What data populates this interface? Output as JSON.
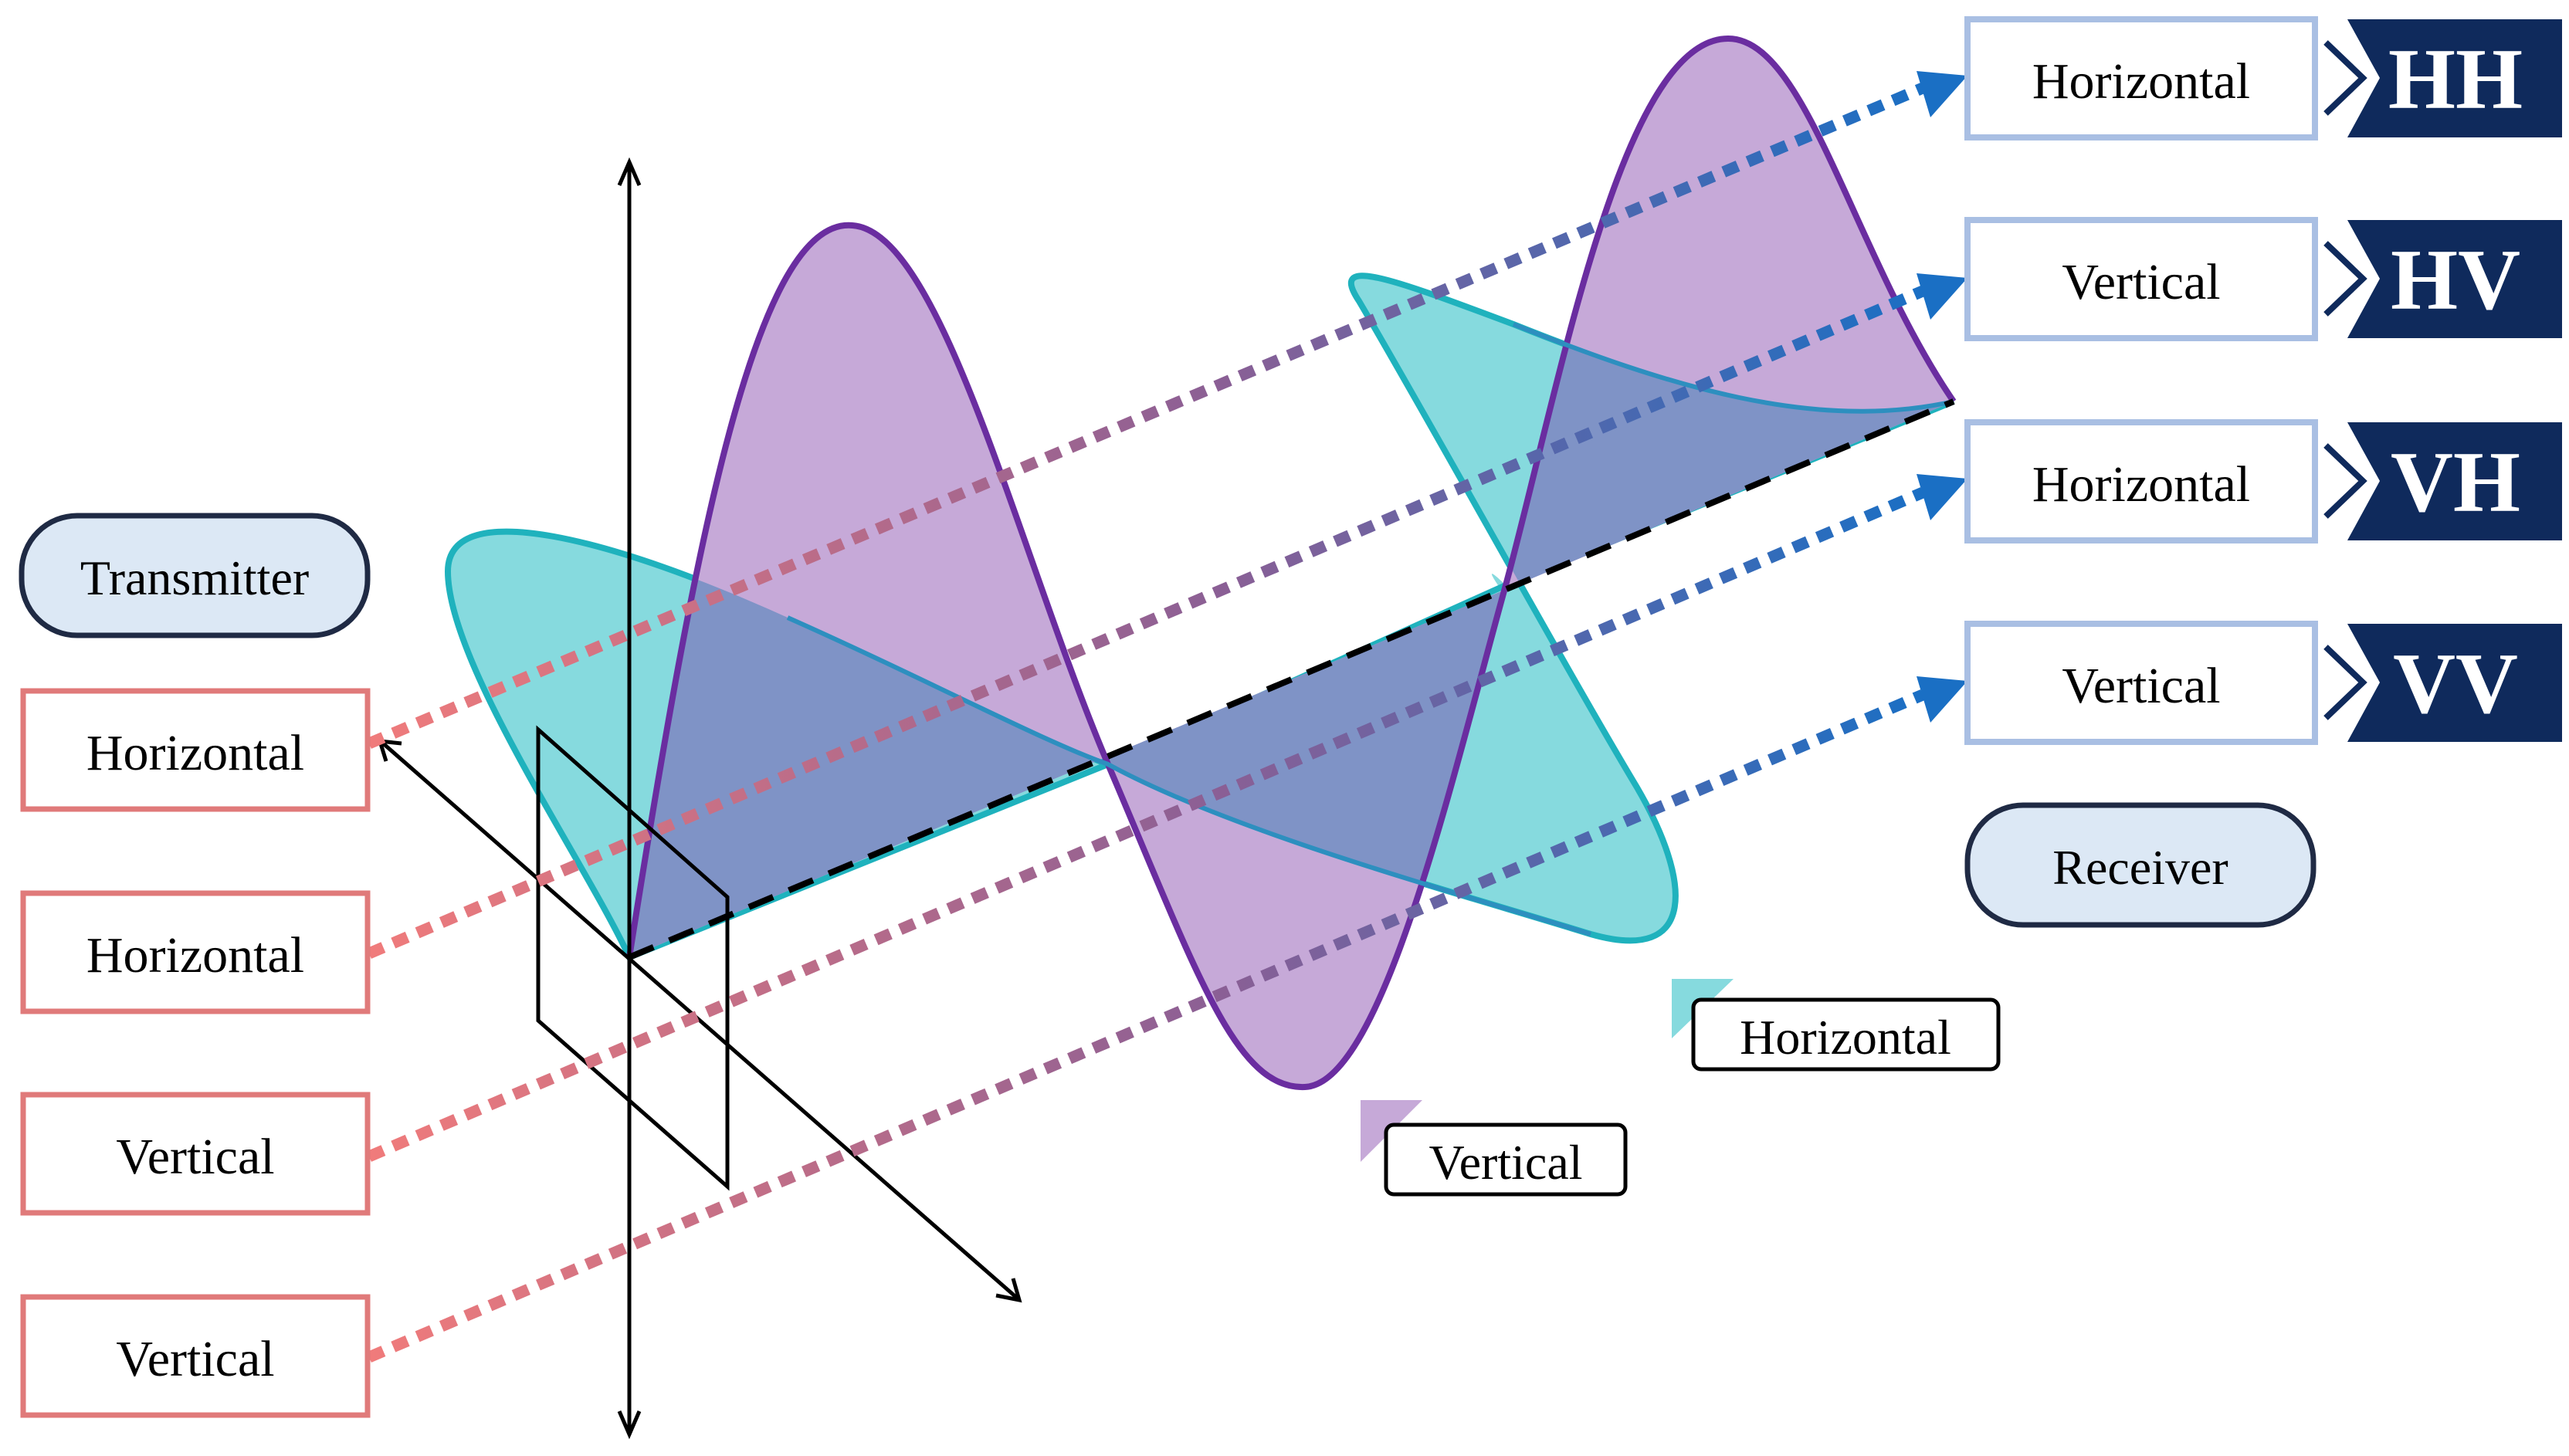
{
  "transmitter": {
    "label": "Transmitter",
    "inputs": [
      "Horizontal",
      "Horizontal",
      "Vertical",
      "Vertical"
    ]
  },
  "receiver": {
    "label": "Receiver",
    "outputs": [
      {
        "label": "Horizontal",
        "code": "HH"
      },
      {
        "label": "Vertical",
        "code": "HV"
      },
      {
        "label": "Horizontal",
        "code": "VH"
      },
      {
        "label": "Vertical",
        "code": "VV"
      }
    ]
  },
  "wave_legend": {
    "horizontal": "Horizontal",
    "vertical": "Vertical"
  },
  "colors": {
    "transmitter_border": "#e07a7a",
    "transmitter_pill_fill": "#dce8f5",
    "pill_border": "#1f2a44",
    "receiver_box_border": "#a9bfe3",
    "code_fill": "#0f2a5c",
    "vertical_wave_fill": "#c6a9d8",
    "vertical_wave_stroke": "#6a2da0",
    "horizontal_wave_fill": "#86dade",
    "horizontal_wave_stroke": "#1fb2bd",
    "overlap_fill": "#7f93c6",
    "beam_start": "#f07b7b",
    "beam_end": "#1a6fc4"
  }
}
